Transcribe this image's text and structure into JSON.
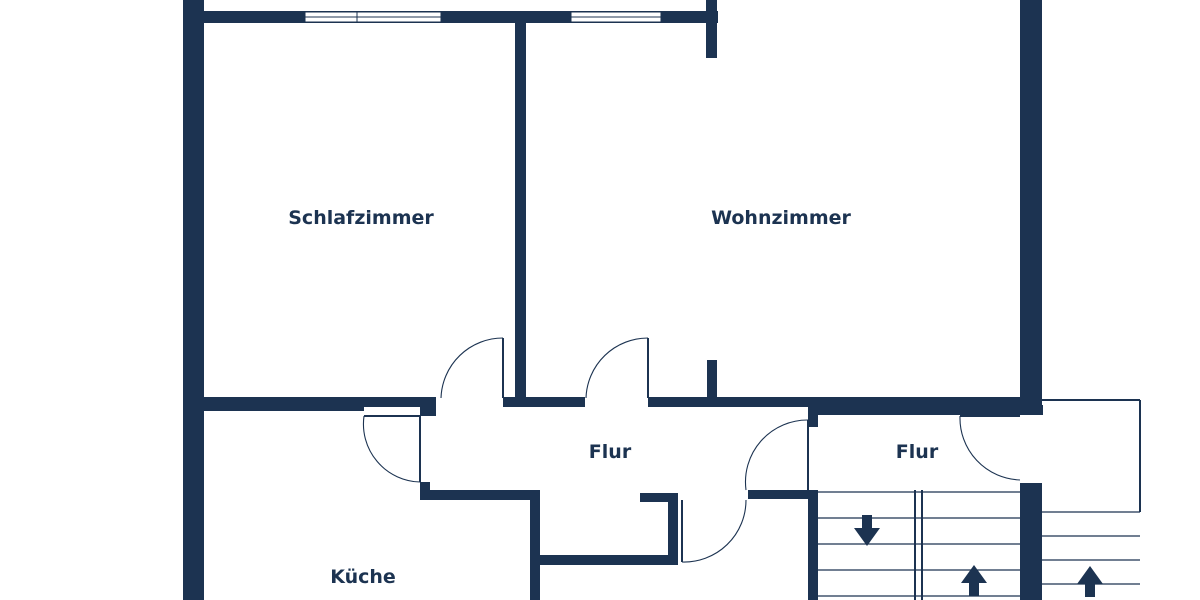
{
  "colors": {
    "wall": "#1c3351",
    "background": "#ffffff"
  },
  "rooms": {
    "schlafzimmer": "Schlafzimmer",
    "wohnzimmer": "Wohnzimmer",
    "flur_1": "Flur",
    "flur_2": "Flur",
    "kueche": "Küche"
  },
  "stairs": {
    "arrows": [
      "down",
      "up",
      "up"
    ]
  }
}
